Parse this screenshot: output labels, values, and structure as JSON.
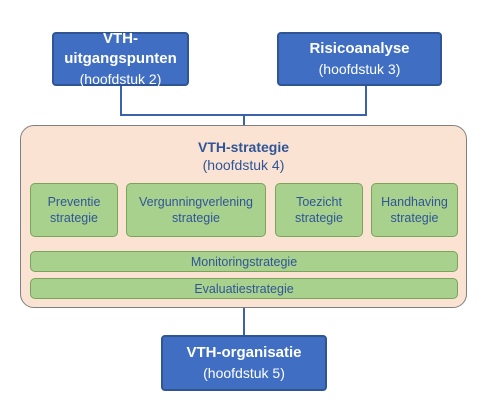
{
  "diagram": {
    "top_boxes": [
      {
        "title": "VTH-uitgangspunten",
        "subtitle": "(hoofdstuk 2)"
      },
      {
        "title": "Risicoanalyse",
        "subtitle": "(hoofdstuk 3)"
      }
    ],
    "strategy": {
      "title": "VTH-strategie",
      "subtitle": "(hoofdstuk 4)",
      "sub_strategies": [
        {
          "line1": "Preventie",
          "line2": "strategie"
        },
        {
          "line1": "Vergunningverlening",
          "line2": "strategie"
        },
        {
          "line1": "Toezicht",
          "line2": "strategie"
        },
        {
          "line1": "Handhaving",
          "line2": "strategie"
        }
      ],
      "bars": [
        "Monitoringstrategie",
        "Evaluatiestrategie"
      ]
    },
    "bottom_box": {
      "title": "VTH-organisatie",
      "subtitle": "(hoofdstuk 5)"
    }
  },
  "colors": {
    "blue_box": "#3f6ec3",
    "panel_fill": "#fbe3d4",
    "green_fill": "#a9d18e",
    "text_blue": "#2f5597",
    "connector": "#3b63ad"
  }
}
